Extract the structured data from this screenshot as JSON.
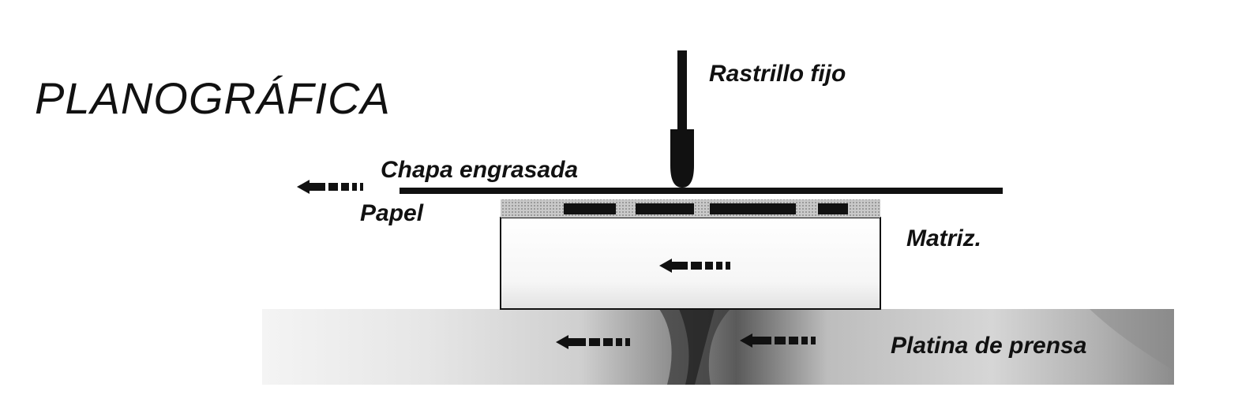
{
  "title": "PLANOGRÁFICA",
  "labels": {
    "rastrillo": "Rastrillo fijo",
    "chapa": "Chapa engrasada",
    "papel": "Papel",
    "matriz": "Matriz.",
    "platina": "Platina de prensa"
  },
  "colors": {
    "ink": "#111111",
    "paper_band": "#bdbdbd",
    "press_bed": "#c8c8c8",
    "background": "#ffffff"
  },
  "icons": {
    "arrow": "left-dashed-arrow-icon",
    "scraper": "scraper-blade-icon"
  }
}
